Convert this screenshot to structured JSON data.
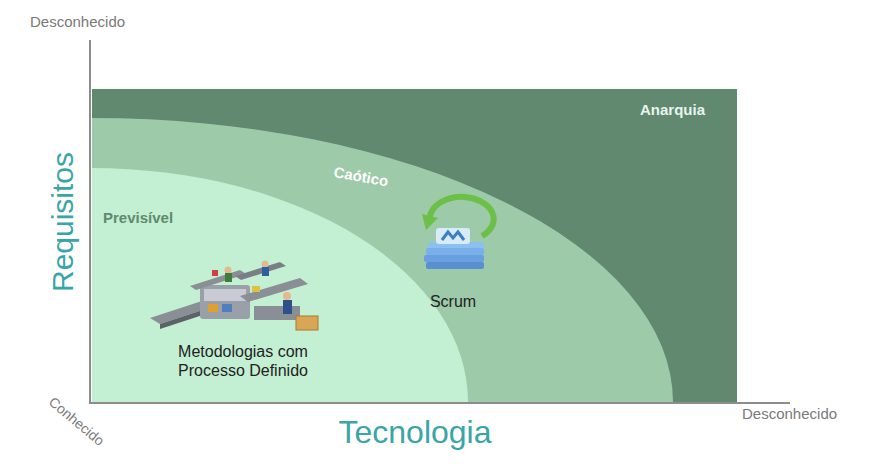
{
  "diagram": {
    "nodes": [
      {
        "text": [
          "Anarquia"
        ]
      },
      {
        "text": [
          "Caótico"
        ],
        "in": 0
      },
      {
        "text": [
          "Previsível"
        ],
        "in": 1
      }
    ],
    "labels": [
      "Desconhecido",
      "Requisitos",
      "Conhecido",
      "Tecnologia",
      "Desconhecido",
      "Scrum",
      "Metodologias com Processo Definido"
    ]
  }
}
